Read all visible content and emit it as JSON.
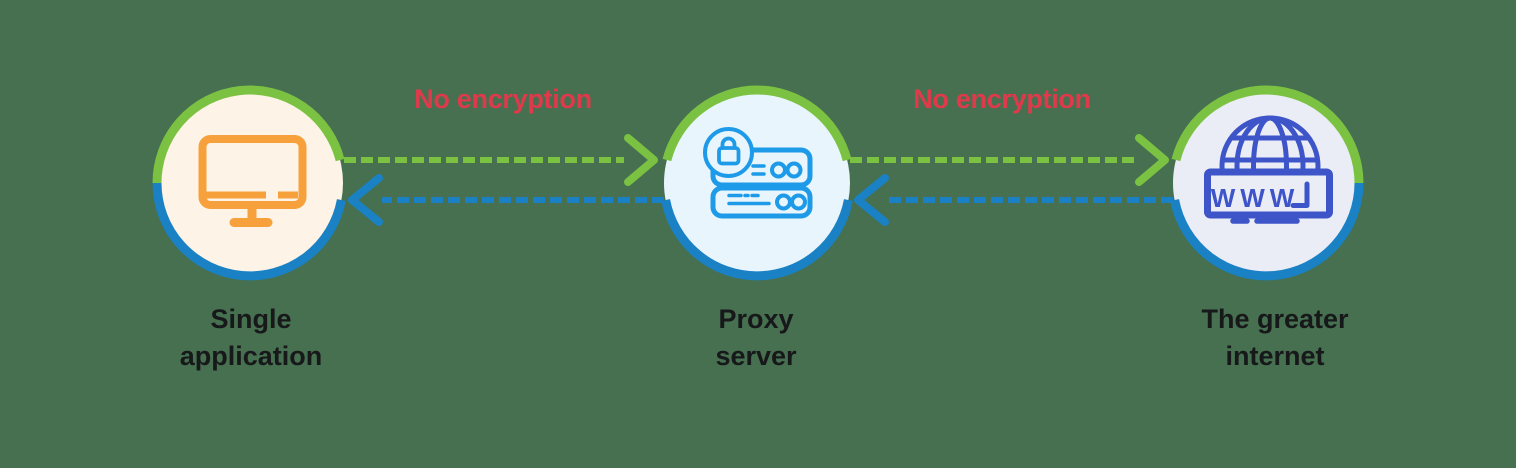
{
  "diagram": {
    "background_color": "#46704F",
    "nodes": [
      {
        "id": "single-application",
        "label_line1": "Single",
        "label_line2": "application",
        "icon": "monitor-icon",
        "circle_bg": "#FDF3E6",
        "border_top_color": "#7CC242",
        "border_bottom_color": "#1A81C4",
        "icon_color": "#F7A13C"
      },
      {
        "id": "proxy-server",
        "label_line1": "Proxy",
        "label_line2": "server",
        "icon": "server-lock-icon",
        "circle_bg": "#E9F5FC",
        "border_top_color": "#7CC242",
        "border_bottom_color": "#1A81C4",
        "icon_color": "#1E9BE8"
      },
      {
        "id": "greater-internet",
        "label_line1": "The greater",
        "label_line2": "internet",
        "icon": "globe-www-icon",
        "icon_text": "WWW",
        "circle_bg": "#EBEDF6",
        "border_top_color": "#7CC242",
        "border_bottom_color": "#1A81C4",
        "icon_color": "#3D55C8"
      }
    ],
    "connections": [
      {
        "from": "single-application",
        "to": "proxy-server",
        "label": "No encryption",
        "label_color": "#DF3A4C",
        "forward_color": "#7CC242",
        "reverse_color": "#1A81C4",
        "line_style": "dashed",
        "bidirectional": true
      },
      {
        "from": "proxy-server",
        "to": "greater-internet",
        "label": "No encryption",
        "label_color": "#DF3A4C",
        "forward_color": "#7CC242",
        "reverse_color": "#1A81C4",
        "line_style": "dashed",
        "bidirectional": true
      }
    ]
  }
}
